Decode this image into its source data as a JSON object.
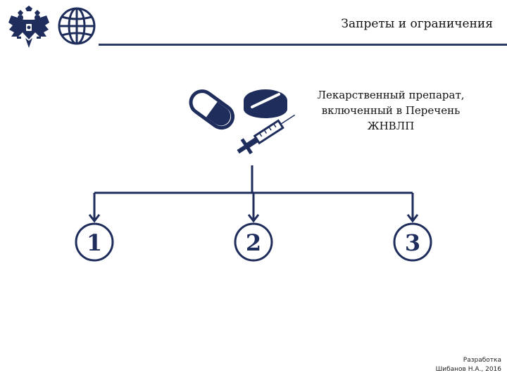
{
  "header": {
    "title": "Запреты и ограничения",
    "logos": [
      "eagle-emblem",
      "globe-icon"
    ]
  },
  "diagram": {
    "drug_label_lines": [
      "Лекарственный препарат,",
      "включенный в Перечень",
      "ЖНВЛП"
    ],
    "drug_icons": [
      "capsule-icon",
      "tablet-icon",
      "syringe-icon"
    ],
    "branches": [
      "1",
      "2",
      "3"
    ]
  },
  "footer": {
    "line1": "Разработка",
    "line2": "Шибанов Н.А., 2016"
  },
  "colors": {
    "primary": "#1f2d5c",
    "rule": "#2b3a67"
  }
}
